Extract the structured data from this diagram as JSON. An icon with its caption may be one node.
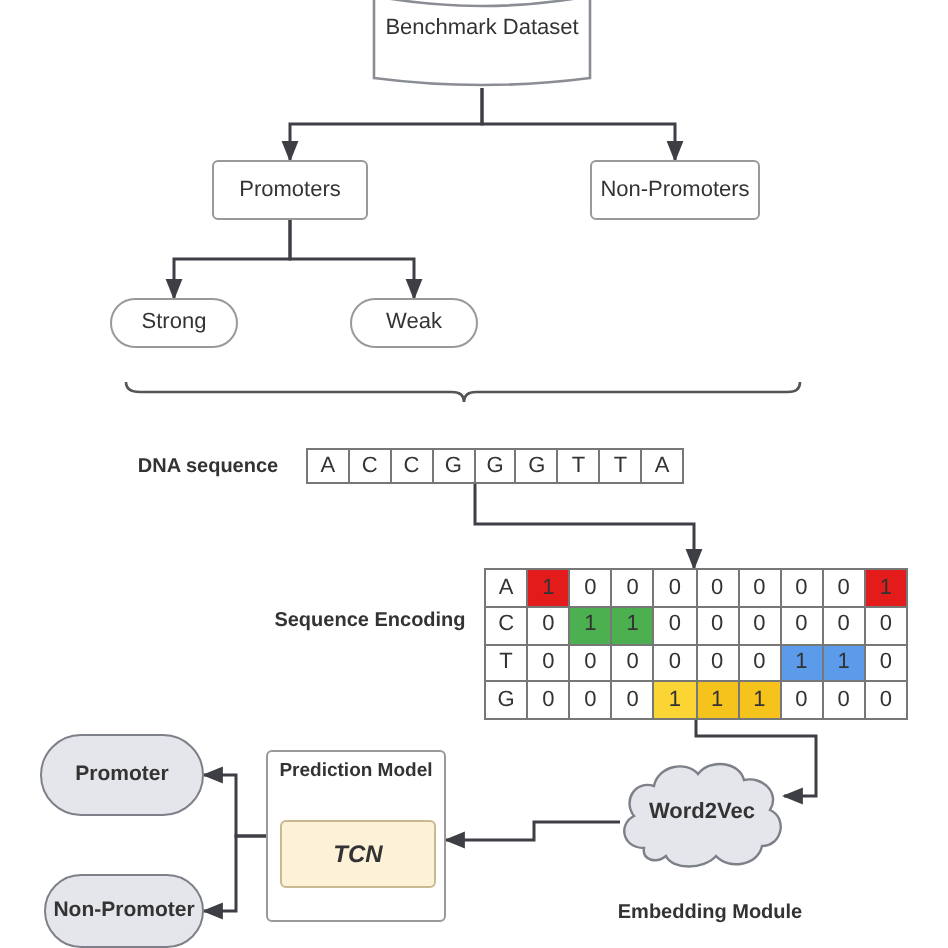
{
  "diagram": {
    "nodes": [
      {
        "text": [
          "Benchmark Dataset"
        ]
      },
      {
        "text": [
          "Promoters"
        ]
      },
      {
        "text": [
          "Non-Promoters"
        ]
      },
      {
        "text": [
          "Strong"
        ]
      },
      {
        "text": [
          "Weak"
        ]
      },
      {
        "text": [
          "A",
          "C",
          "C",
          "G",
          "G",
          "G",
          "T",
          "T",
          "A"
        ],
        "beside": [
          "DNA sequence"
        ]
      },
      {
        "text": [
          "A",
          "1",
          "0",
          "0",
          "0",
          "0",
          "0",
          "0",
          "0",
          "1",
          "C",
          "0",
          "1",
          "1",
          "0",
          "0",
          "0",
          "0",
          "0",
          "0",
          "T",
          "0",
          "0",
          "0",
          "0",
          "0",
          "0",
          "1",
          "1",
          "0",
          "G",
          "0",
          "0",
          "0",
          "1",
          "1",
          "1",
          "0",
          "0",
          "0"
        ],
        "beside": [
          "Sequence Encoding"
        ]
      },
      {
        "text": [
          "Word2Vec"
        ],
        "beside": [
          "Embedding Module"
        ]
      },
      {
        "text": [
          "Prediction Model"
        ]
      },
      {
        "text": [
          "TCN"
        ],
        "in": 8
      },
      {
        "text": [
          "Promoter"
        ]
      },
      {
        "text": [
          "Non-Promoter"
        ]
      }
    ],
    "edges": [
      {
        "from": 0,
        "to": 1,
        "arrow": "to"
      },
      {
        "from": 0,
        "to": 2,
        "arrow": "to"
      },
      {
        "from": 1,
        "to": 3,
        "arrow": "to"
      },
      {
        "from": 1,
        "to": 4,
        "arrow": "to"
      },
      {
        "from": 5,
        "to": 6,
        "arrow": "to"
      },
      {
        "from": 6,
        "to": 7,
        "arrow": "to"
      },
      {
        "from": 7,
        "to": 8,
        "arrow": "to"
      },
      {
        "from": 8,
        "to": 10,
        "arrow": "to"
      },
      {
        "from": 8,
        "to": 11,
        "arrow": "to"
      }
    ]
  }
}
